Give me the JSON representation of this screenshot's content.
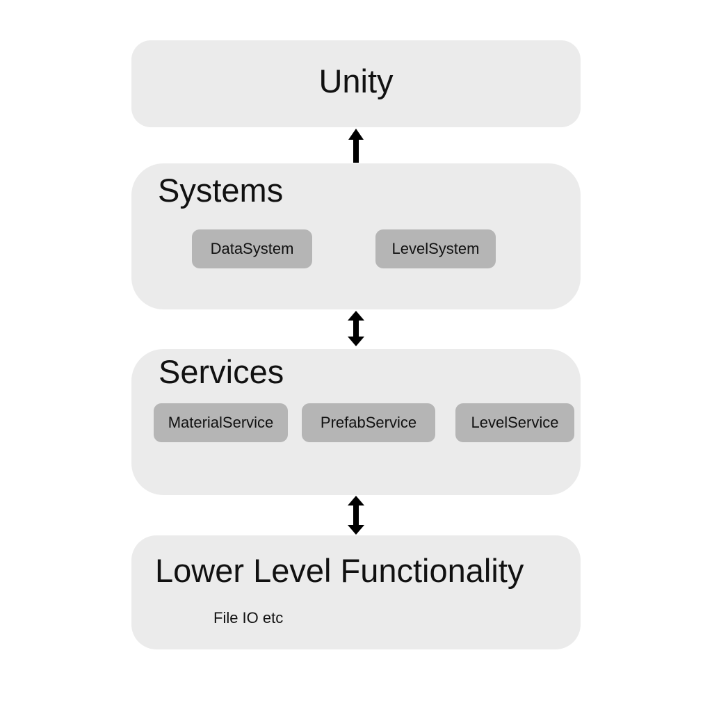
{
  "layers": {
    "unity": {
      "title": "Unity"
    },
    "systems": {
      "title": "Systems",
      "items": [
        "DataSystem",
        "LevelSystem"
      ]
    },
    "services": {
      "title": "Services",
      "items": [
        "MaterialService",
        "PrefabService",
        "LevelService"
      ]
    },
    "lower": {
      "title": "Lower Level Functionality",
      "subtext": "File IO etc"
    }
  },
  "connectors": [
    {
      "from": "Systems",
      "to": "Unity",
      "direction": "up"
    },
    {
      "from": "Systems",
      "to": "Services",
      "direction": "both"
    },
    {
      "from": "Services",
      "to": "Lower Level Functionality",
      "direction": "both"
    }
  ],
  "colors": {
    "background": "#ffffff",
    "layer_fill": "#ebebeb",
    "component_fill": "#b5b5b5",
    "arrow": "#000000",
    "text": "#111111"
  }
}
